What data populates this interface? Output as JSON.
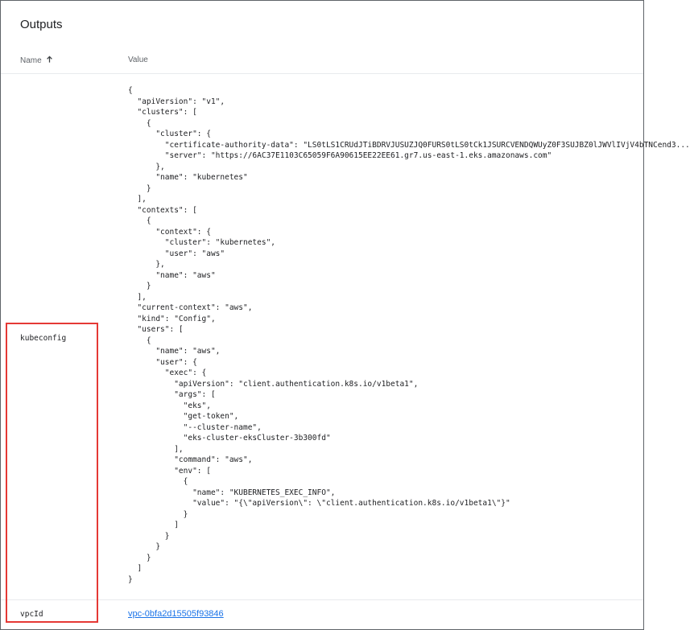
{
  "panel": {
    "title": "Outputs"
  },
  "table": {
    "columns": {
      "name": "Name",
      "value": "Value"
    },
    "sort": {
      "direction": "ascending",
      "icon": "arrow-up-icon"
    },
    "rows": [
      {
        "name": "kubeconfig",
        "value": "{\n  \"apiVersion\": \"v1\",\n  \"clusters\": [\n    {\n      \"cluster\": {\n        \"certificate-authority-data\": \"LS0tLS1CRUdJTiBDRVJUSUZJQ0FURS0tLS0tCk1JSURCVENDQWUyZ0F3SUJBZ0lJWVlIVjV4bTNCend3...\n        \"server\": \"https://6AC37E1103C65059F6A90615EE22EE61.gr7.us-east-1.eks.amazonaws.com\"\n      },\n      \"name\": \"kubernetes\"\n    }\n  ],\n  \"contexts\": [\n    {\n      \"context\": {\n        \"cluster\": \"kubernetes\",\n        \"user\": \"aws\"\n      },\n      \"name\": \"aws\"\n    }\n  ],\n  \"current-context\": \"aws\",\n  \"kind\": \"Config\",\n  \"users\": [\n    {\n      \"name\": \"aws\",\n      \"user\": {\n        \"exec\": {\n          \"apiVersion\": \"client.authentication.k8s.io/v1beta1\",\n          \"args\": [\n            \"eks\",\n            \"get-token\",\n            \"--cluster-name\",\n            \"eks-cluster-eksCluster-3b300fd\"\n          ],\n          \"command\": \"aws\",\n          \"env\": [\n            {\n              \"name\": \"KUBERNETES_EXEC_INFO\",\n              \"value\": \"{\\\"apiVersion\\\": \\\"client.authentication.k8s.io/v1beta1\\\"}\"\n            }\n          ]\n        }\n      }\n    }\n  ]\n}"
      },
      {
        "name": "vpcId",
        "value": "vpc-0bfa2d15505f93846"
      }
    ]
  },
  "colors": {
    "link": "#1a73e8",
    "highlight_border": "#e53935",
    "text": "#202124",
    "muted": "#5f6368"
  }
}
